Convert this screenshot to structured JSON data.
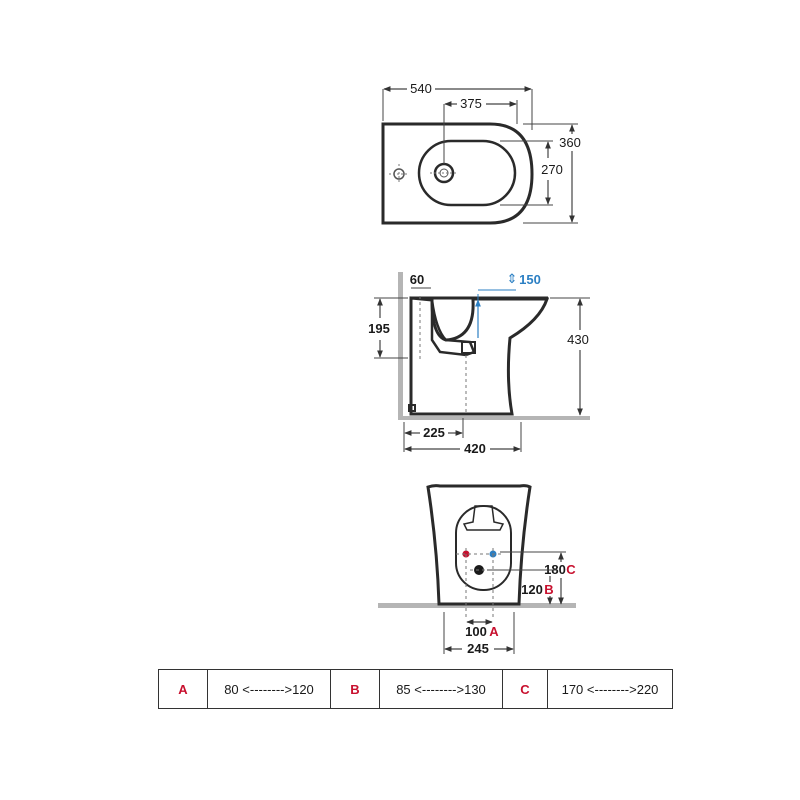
{
  "top_view": {
    "dim_overall_length": "540",
    "dim_bowl_length": "375",
    "dim_overall_width": "360",
    "dim_bowl_width": "270"
  },
  "side_view": {
    "dim_wall_gap": "60",
    "dim_spout_rise": "150",
    "dim_inlet_height": "195",
    "dim_overall_height": "430",
    "dim_drain_distance": "225",
    "dim_overall_depth": "420"
  },
  "back_view": {
    "dim_c_value": "180",
    "dim_c_letter": "C",
    "dim_b_value": "120",
    "dim_b_letter": "B",
    "dim_a_value": "100",
    "dim_a_letter": "A",
    "dim_base_width": "245"
  },
  "spec_table": [
    {
      "key": "A",
      "range": "80 <-------->120"
    },
    {
      "key": "B",
      "range": "85 <-------->130"
    },
    {
      "key": "C",
      "range": "170 <-------->220"
    }
  ],
  "colors": {
    "line": "#333333",
    "accent_red": "#c8102e",
    "accent_blue": "#2b7fc3",
    "floor": "#b5b5b5"
  }
}
